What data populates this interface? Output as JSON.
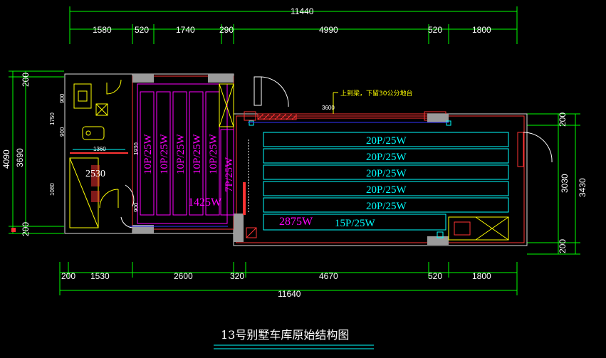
{
  "top_dims": {
    "total": "11440",
    "segments": [
      "1580",
      "520",
      "1740",
      "290",
      "4990",
      "520",
      "1800"
    ]
  },
  "bottom_dims": {
    "total": "11640",
    "segments": [
      "200",
      "1530",
      "2600",
      "320",
      "4670",
      "520",
      "1800"
    ]
  },
  "left_dims": {
    "outer": "4090",
    "inner": "3690",
    "top_small": "200",
    "bottom_small": "200"
  },
  "right_dims": {
    "outer": "3430",
    "inner": "3030",
    "top_small": "200",
    "bottom_small": "200"
  },
  "interior_dims": [
    "900",
    "1750",
    "900",
    "1360",
    "1930",
    "1080",
    "900",
    "3600"
  ],
  "annotation": "上到梁，下留30公分地台",
  "bathroom_area": "2530",
  "left_zone": {
    "label": "1425W",
    "lights": [
      "10P/25W",
      "10P/25W",
      "10P/25W",
      "10P/25W",
      "10P/25W"
    ],
    "side_light": "7P/25W"
  },
  "right_zone": {
    "label": "2875W",
    "lights": [
      "20P/25W",
      "20P/25W",
      "20P/25W",
      "20P/25W",
      "20P/25W"
    ],
    "bottom_light": "15P/25W"
  },
  "title": "13号别墅车库原始结构图",
  "colors": {
    "dim": "#00ff00",
    "dim_text": "#ffffff",
    "wall": "#ff3333",
    "light_cyan": "#00ffff",
    "light_magenta": "#ff00ff",
    "annotation": "#ffff00"
  }
}
